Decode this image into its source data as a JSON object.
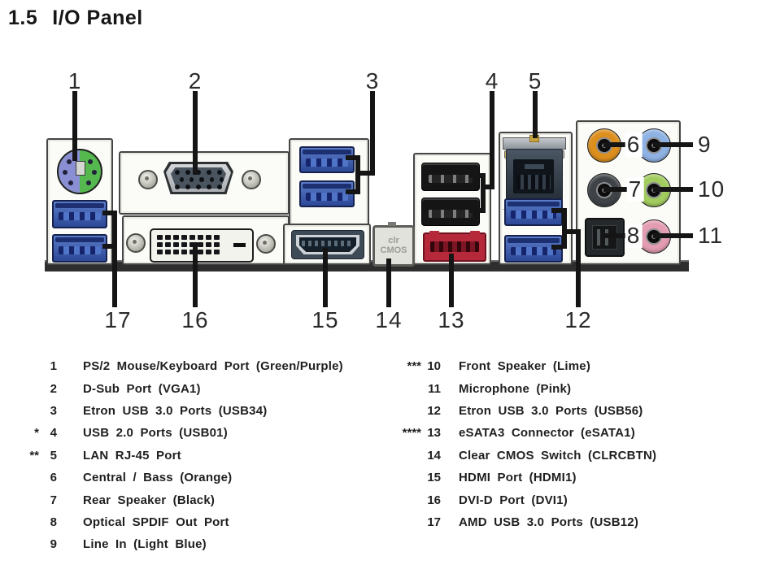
{
  "title": {
    "section": "1.5",
    "label": "I/O Panel"
  },
  "diagram": {
    "callouts": {
      "c1": "1",
      "c2": "2",
      "c3": "3",
      "c4": "4",
      "c5": "5",
      "c6": "6",
      "c7": "7",
      "c8": "8",
      "c9": "9",
      "c10": "10",
      "c11": "11",
      "c12": "12",
      "c13": "13",
      "c14": "14",
      "c15": "15",
      "c16": "16",
      "c17": "17"
    },
    "clr_cmos": {
      "line1": "clr",
      "line2": "CMOS"
    },
    "colors": {
      "ps2_purple": "#8a8ed2",
      "ps2_green": "#55b84e",
      "usb3_blue": "#3a5cb0",
      "usb2_black": "#151515",
      "esata_red": "#b5293b",
      "audio_orange": "#dd8f1e",
      "audio_light_blue": "#8fb2e4",
      "audio_black": "#3f4347",
      "audio_lime": "#a2cc5e",
      "audio_pink": "#e39cb2"
    }
  },
  "legend": {
    "left": [
      {
        "prefix": "",
        "num": "1",
        "label": "PS/2 Mouse/Keyboard Port (Green/Purple)"
      },
      {
        "prefix": "",
        "num": "2",
        "label": "D-Sub Port (VGA1)"
      },
      {
        "prefix": "",
        "num": "3",
        "label": "Etron USB 3.0 Ports (USB34)"
      },
      {
        "prefix": "*",
        "num": "4",
        "label": "USB 2.0 Ports (USB01)"
      },
      {
        "prefix": "**",
        "num": "5",
        "label": "LAN RJ-45 Port"
      },
      {
        "prefix": "",
        "num": "6",
        "label": "Central / Bass (Orange)"
      },
      {
        "prefix": "",
        "num": "7",
        "label": "Rear Speaker (Black)"
      },
      {
        "prefix": "",
        "num": "8",
        "label": "Optical SPDIF Out Port"
      },
      {
        "prefix": "",
        "num": "9",
        "label": "Line In (Light Blue)"
      }
    ],
    "right": [
      {
        "prefix": "***",
        "num": "10",
        "label": "Front Speaker (Lime)"
      },
      {
        "prefix": "",
        "num": "11",
        "label": "Microphone (Pink)"
      },
      {
        "prefix": "",
        "num": "12",
        "label": "Etron USB 3.0 Ports (USB56)"
      },
      {
        "prefix": "****",
        "num": "13",
        "label": "eSATA3 Connector (eSATA1)"
      },
      {
        "prefix": "",
        "num": "14",
        "label": "Clear CMOS Switch (CLRCBTN)"
      },
      {
        "prefix": "",
        "num": "15",
        "label": "HDMI Port (HDMI1)"
      },
      {
        "prefix": "",
        "num": "16",
        "label": "DVI-D Port (DVI1)"
      },
      {
        "prefix": "",
        "num": "17",
        "label": "AMD USB 3.0 Ports (USB12)"
      }
    ]
  }
}
